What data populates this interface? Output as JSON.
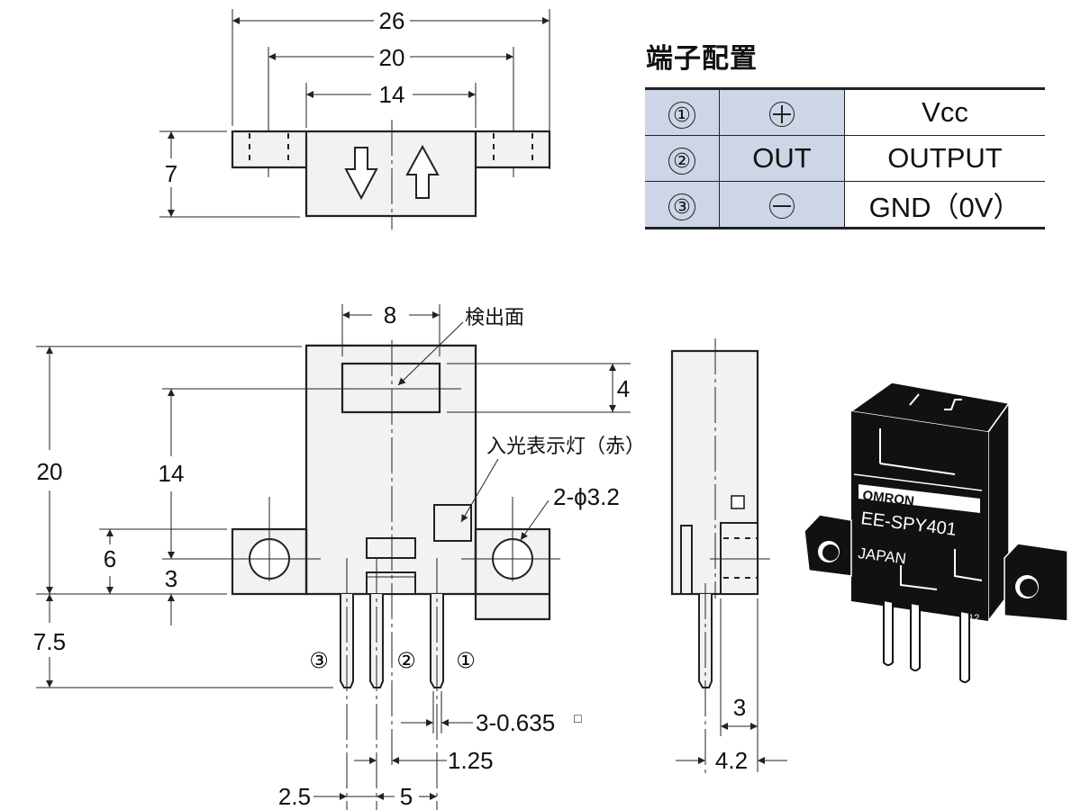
{
  "top_view": {
    "dims": {
      "overall_width": "26",
      "hole_pitch": "20",
      "body_width": "14",
      "height": "7"
    }
  },
  "front_view": {
    "dims": {
      "aperture_width": "8",
      "aperture_height": "4",
      "total_height": "20",
      "aperture_center_height": "14",
      "flange_height": "6",
      "hole_center_height": "3",
      "pin_length": "7.5",
      "pin_pitch_half": "2.5",
      "pin_pitch": "5",
      "center_offset": "1.25",
      "pin_size": "3-0.635",
      "pin_size_mark": "□",
      "mounting_holes": "2-ϕ3.2"
    },
    "labels": {
      "sensing_face": "検出面",
      "light_indicator": "入光表示灯（赤）"
    },
    "pins": [
      "③",
      "②",
      "①"
    ]
  },
  "side_view": {
    "dims": {
      "depth": "4.2",
      "flange_depth": "3"
    }
  },
  "product_photo": {
    "brand": "OMRON",
    "model": "EE-SPY401",
    "origin": "JAPAN",
    "code": "12"
  },
  "terminal_arrangement": {
    "title": "端子配置",
    "rows": [
      {
        "pin": "①",
        "symbol": "plus",
        "symbol_text": "",
        "name": "Vcc"
      },
      {
        "pin": "②",
        "symbol": "text",
        "symbol_text": "OUT",
        "name": "OUTPUT"
      },
      {
        "pin": "③",
        "symbol": "minus",
        "symbol_text": "",
        "name": "GND（0V）"
      }
    ]
  },
  "colors": {
    "table_header_fill": "#cdd5e6",
    "body_fill": "#f2f2f2",
    "line": "#222222"
  }
}
